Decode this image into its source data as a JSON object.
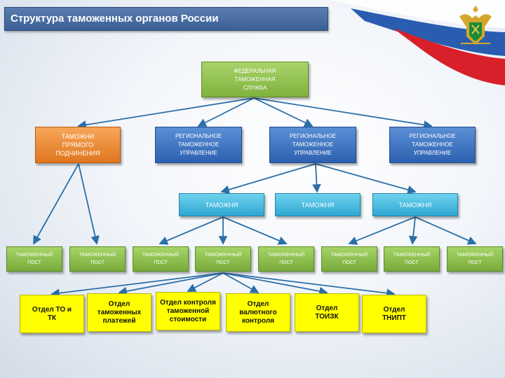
{
  "title": "Структура таможенных органов России",
  "colors": {
    "arrow": "#2a6fa8",
    "title_bar": "#4a6ea5",
    "federal": "#8fc04f",
    "direct": "#ee8a33",
    "regional": "#3e74c4",
    "customs": "#3fb8e0",
    "post": "#8cbf4f",
    "department": "#ffff00"
  },
  "icons": {
    "emblem": "customs-emblem-icon",
    "flag": "russian-flag-icon"
  },
  "federal": "ФЕДЕРАЛЬНАЯ ТАМОЖЕННАЯ СЛУЖБА",
  "level2": [
    {
      "label": "ТАМОЖНИ ПРЯМОГО ПОДЧИНЕНИЯ"
    },
    {
      "label": "РЕГИОНАЛЬНОЕ ТАМОЖЕННОЕ УПРАВЛЕНИЕ"
    },
    {
      "label": "РЕГИОНАЛЬНОЕ ТАМОЖЕННОЕ УПРАВЛЕНИЕ"
    },
    {
      "label": "РЕГИОНАЛЬНОЕ ТАМОЖЕННОЕ УПРАВЛЕНИЕ"
    }
  ],
  "customs": [
    "ТАМОЖНЯ",
    "ТАМОЖНЯ",
    "ТАМОЖНЯ"
  ],
  "posts": [
    "ТАМОЖЕННЫЙ ПОСТ",
    "ТАМОЖЕННЫЙ ПОСТ",
    "ТАМОЖЕННЫЙ ПОСТ",
    "ТАМОЖЕННЫЙ ПОСТ",
    "ТАМОЖЕННЫЙ ПОСТ",
    "ТАМОЖЕННЫЙ ПОСТ",
    "ТАМОЖЕННЫЙ ПОСТ",
    "ТАМОЖЕННЫЙ ПОСТ"
  ],
  "departments": [
    "Отдел ТО и ТК",
    "Отдел таможенных платежей",
    "Отдел контроля таможенной стоимости",
    "Отдел валютного контроля",
    "Отдел ТОИЗК",
    "Отдел ТНИПТ"
  ]
}
